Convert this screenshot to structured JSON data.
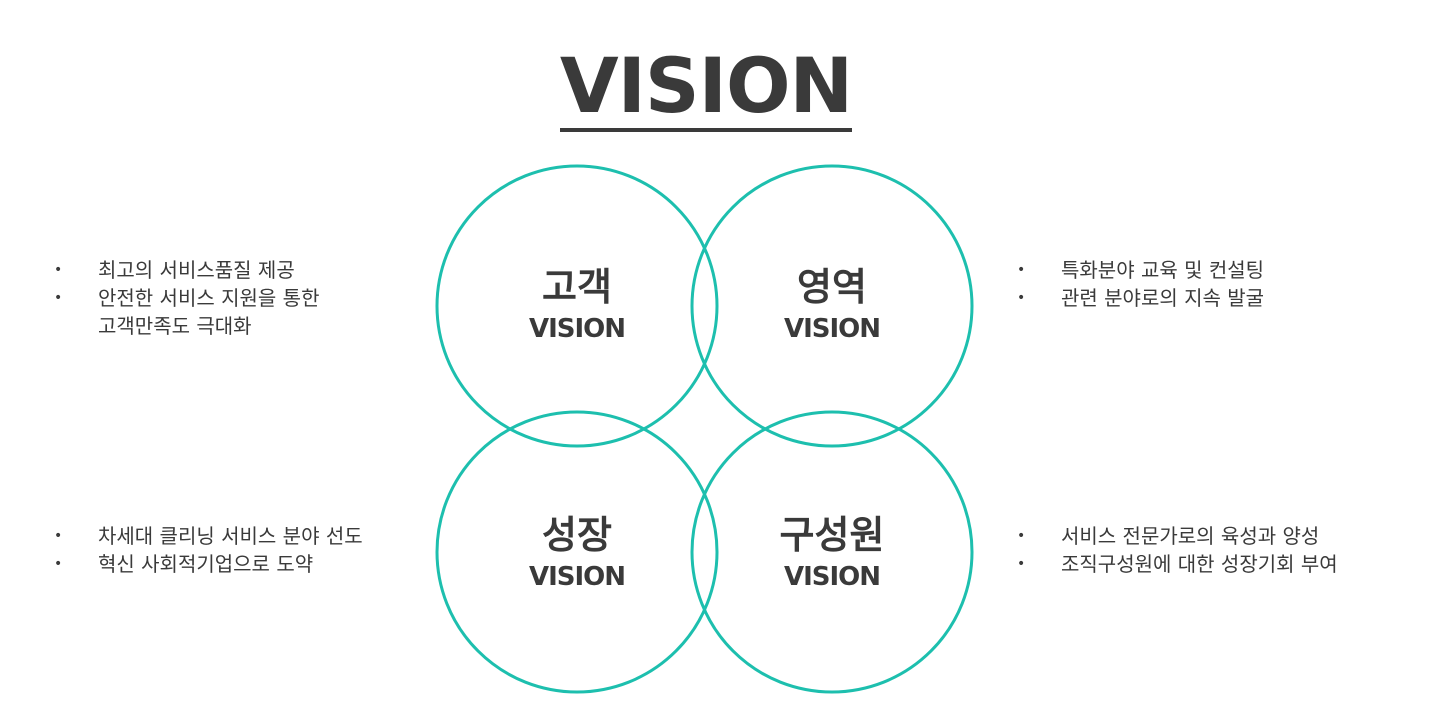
{
  "title": "VISION",
  "colors": {
    "circle_stroke": "#1dbfae",
    "text": "#3a3a3a"
  },
  "circles": [
    {
      "kor": "고객",
      "eng": "VISION"
    },
    {
      "kor": "영역",
      "eng": "VISION"
    },
    {
      "kor": "성장",
      "eng": "VISION"
    },
    {
      "kor": "구성원",
      "eng": "VISION"
    }
  ],
  "bullets": {
    "customer": [
      {
        "lines": [
          "최고의 서비스품질 제공"
        ]
      },
      {
        "lines": [
          "안전한 서비스 지원을 통한",
          "고객만족도 극대화"
        ]
      }
    ],
    "domain": [
      {
        "lines": [
          "특화분야 교육 및 컨설팅"
        ]
      },
      {
        "lines": [
          "관련 분야로의 지속 발굴"
        ]
      }
    ],
    "growth": [
      {
        "lines": [
          "차세대 클리닝 서비스 분야 선도"
        ]
      },
      {
        "lines": [
          "혁신 사회적기업으로 도약"
        ]
      }
    ],
    "member": [
      {
        "lines": [
          "서비스 전문가로의 육성과 양성"
        ]
      },
      {
        "lines": [
          "조직구성원에 대한 성장기회 부여"
        ]
      }
    ]
  }
}
